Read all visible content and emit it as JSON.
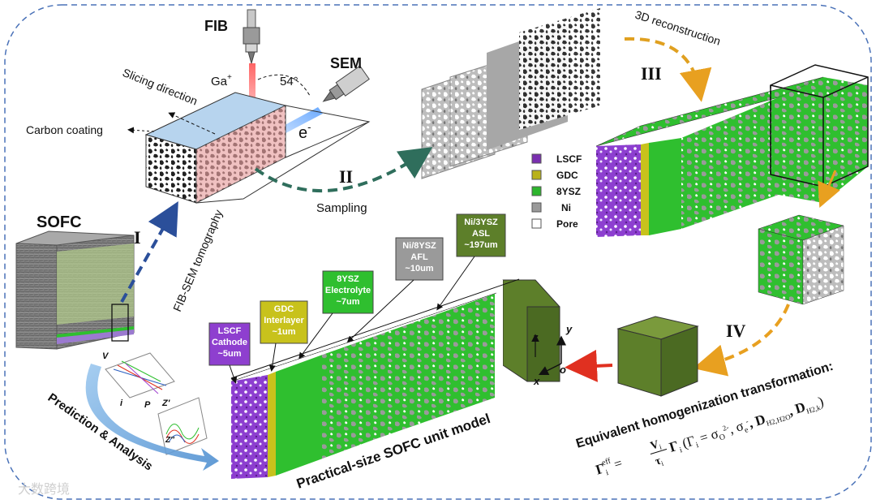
{
  "labels": {
    "fib": "FIB",
    "sem": "SEM",
    "ga": "Ga",
    "ga_sup": "+",
    "angle": "54°",
    "electron": "e",
    "electron_sup": "-",
    "slicing": "Slicing direction",
    "carbon": "Carbon coating",
    "sampling": "Sampling",
    "recon": "3D reconstruction",
    "sofc": "SOFC",
    "fibsem_tomo": "FIB-SEM tomography",
    "prediction": "Prediction & Analysis",
    "unit_model": "Practical-size SOFC unit model",
    "homog": "Equivalent homogenization transformation:",
    "watermark": "大数跨境"
  },
  "stages": [
    "I",
    "II",
    "III",
    "IV"
  ],
  "legend": [
    {
      "name": "LSCF",
      "color": "#7a2fb0"
    },
    {
      "name": "GDC",
      "color": "#b9b21a"
    },
    {
      "name": "8YSZ",
      "color": "#2db52d"
    },
    {
      "name": "Ni",
      "color": "#9a9a9a"
    },
    {
      "name": "Pore",
      "color": "#ffffff"
    }
  ],
  "layers": [
    {
      "line1": "LSCF",
      "line2": "Cathode",
      "line3": "~5um",
      "color": "#8e3fcf"
    },
    {
      "line1": "GDC",
      "line2": "Interlayer",
      "line3": "~1um",
      "color": "#c8c21c"
    },
    {
      "line1": "8YSZ",
      "line2": "Electrolyte",
      "line3": "~7um",
      "color": "#2fbf2f"
    },
    {
      "line1": "Ni/8YSZ",
      "line2": "AFL",
      "line3": "~10um",
      "color": "#9a9a9a"
    },
    {
      "line1": "Ni/3YSZ",
      "line2": "ASL",
      "line3": "~197um",
      "color": "#5d7f2a"
    }
  ],
  "axes": {
    "z": "z",
    "y": "y",
    "x": "x",
    "o": "o"
  },
  "diagram_axes": {
    "v": "V",
    "i": "i",
    "p": "P",
    "z1": "Z'",
    "z2": "Z''"
  },
  "equation": {
    "lhs": "Γ",
    "lhs_sub": "i",
    "lhs_sup": "eff",
    "frac_num": "V",
    "frac_num_sub": "i",
    "frac_den": "τ",
    "frac_den_sub": "i",
    "rhs": "Γ",
    "rhs_sub": "i",
    "cond": "(Γ",
    "cond_sub": "i",
    "cond_eq": " = σ",
    "o2_sub": "O",
    "o2_sup": "2-",
    "sigma_e": ", σ",
    "e_sub": "e",
    "e_sup": "-",
    "d1": ", D",
    "d1_sub": "H2,H2O",
    "d2": ", D",
    "d2_sub": "H2,k",
    "close": ")"
  },
  "colors": {
    "border": "#4a72b8",
    "arrow_I": "#2b4f9a",
    "arrow_II": "#2f6e5c",
    "arrow_III": "#e0a020",
    "arrow_IV": "#e8a020",
    "arrow_red": "#e03020",
    "arrow_pred": "#7ab2e0"
  }
}
